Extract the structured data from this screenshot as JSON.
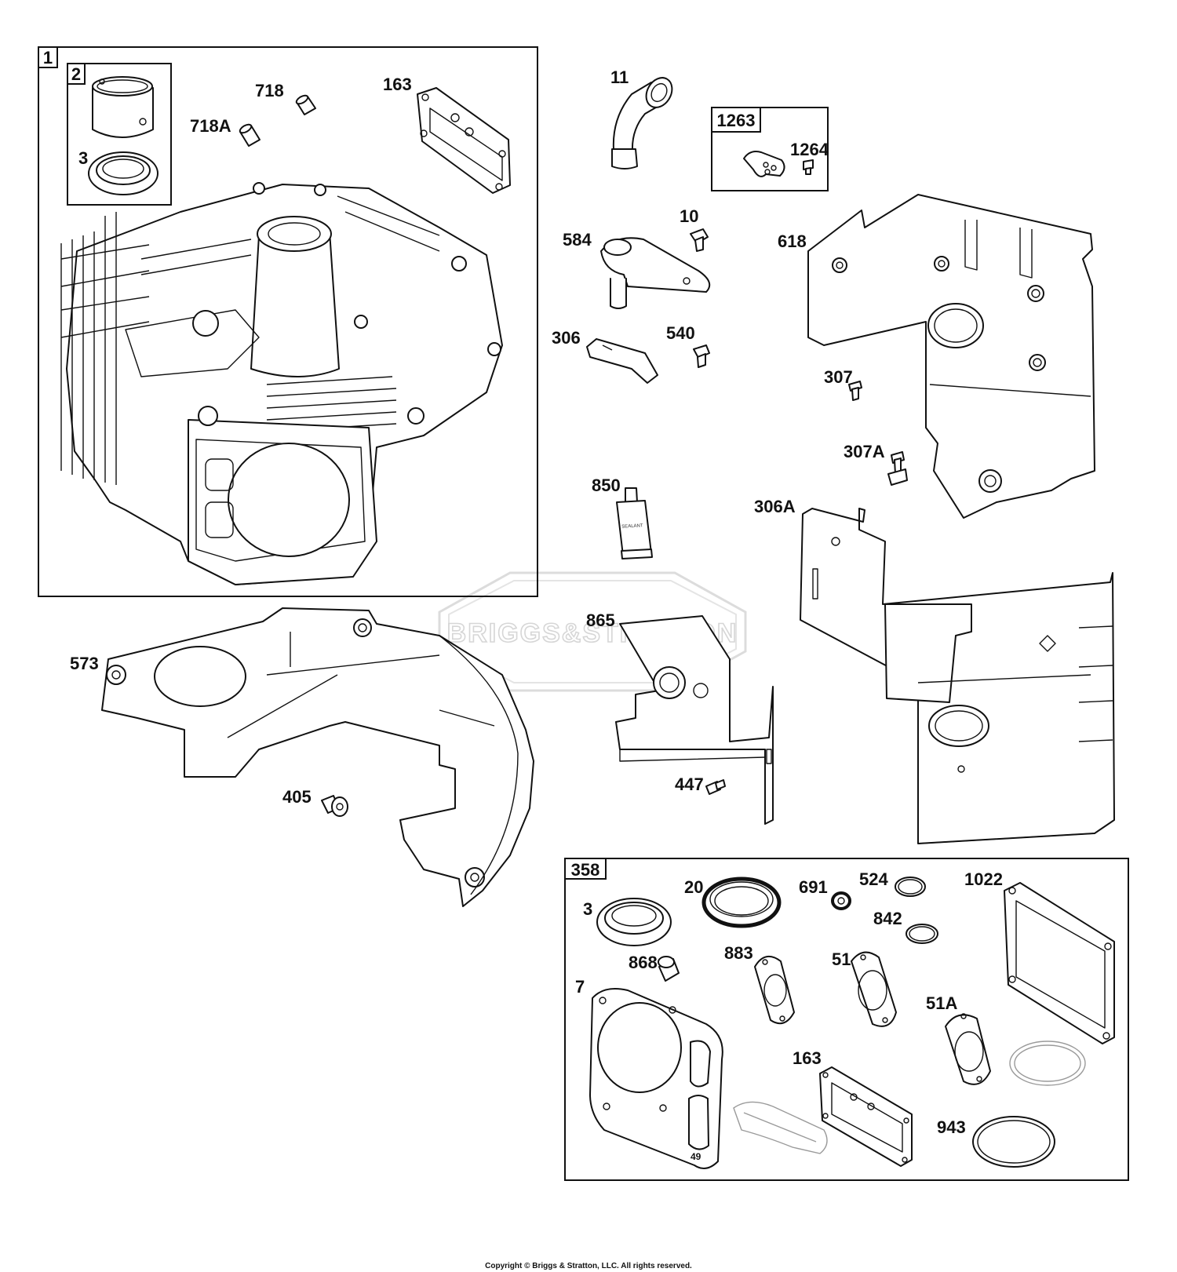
{
  "watermark": "BRIGGS&STRATTON",
  "copyright": "Copyright © Briggs & Stratton, LLC. All rights reserved.",
  "tube_text": "SEALANT",
  "gasket_mark": "49",
  "boxes": {
    "box1": "1",
    "box2": "2",
    "box1263": "1263",
    "box358": "358"
  },
  "parts": [
    "718",
    "718A",
    "163",
    "3",
    "11",
    "1264",
    "584",
    "10",
    "306",
    "540",
    "618",
    "307",
    "307A",
    "850",
    "306A",
    "573",
    "865",
    "405",
    "447",
    "20",
    "691",
    "524",
    "1022",
    "3",
    "842",
    "868",
    "883",
    "51",
    "7",
    "51A",
    "163",
    "943"
  ]
}
